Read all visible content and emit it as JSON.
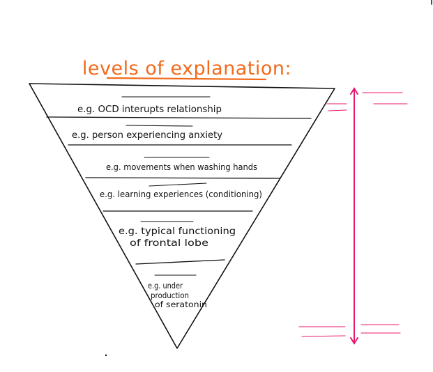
{
  "title": "levels of explanation:",
  "levels": [
    {
      "lines": [
        "e.g. OCD interupts relationship"
      ]
    },
    {
      "lines": [
        "e.g. person experiencing anxiety"
      ]
    },
    {
      "lines": [
        "e.g. movements when washing hands"
      ]
    },
    {
      "lines": [
        "e.g. learning experiences (conditioning)"
      ]
    },
    {
      "lines": [
        "e.g. typical functioning",
        "of frontal lobe"
      ]
    },
    {
      "lines": [
        "e.g. under",
        "production",
        "of seratonin"
      ]
    }
  ],
  "colors": {
    "title": "#f26a1b",
    "arrow": "#e8186f",
    "ink": "#111111"
  }
}
